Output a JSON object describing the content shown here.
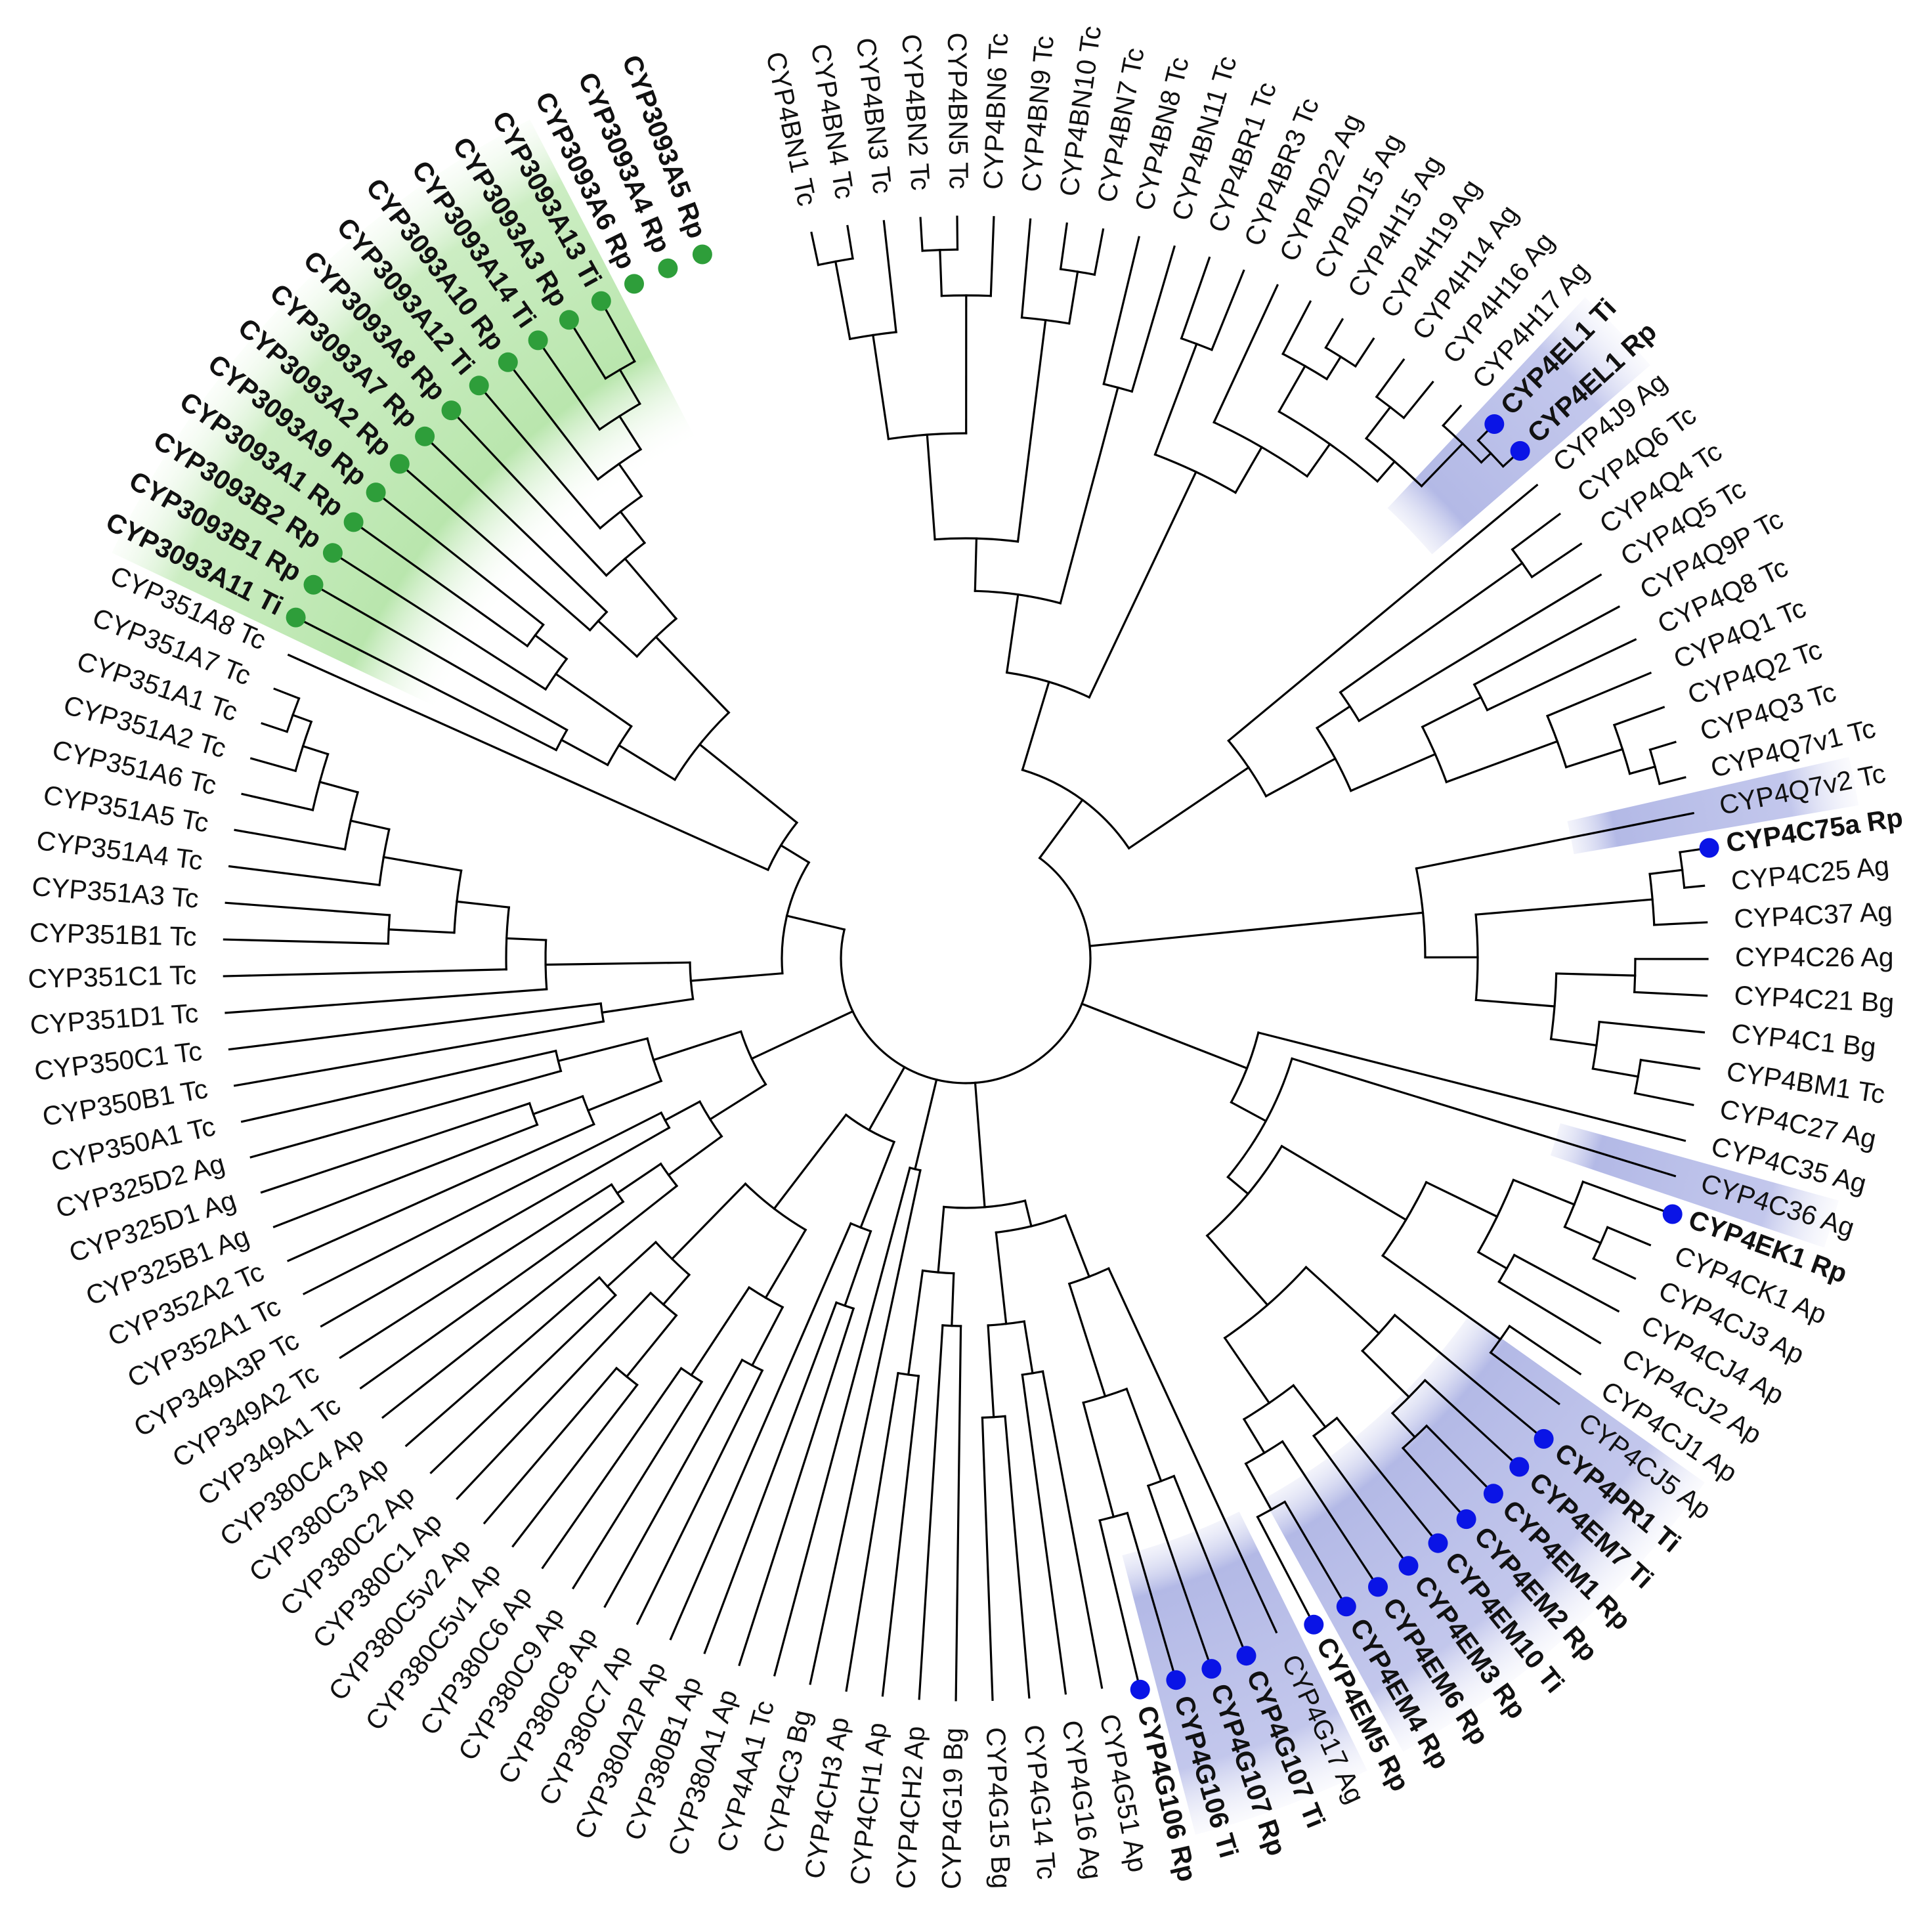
{
  "colors": {
    "branch": "#000000",
    "label": "#111111",
    "green_clade": "#2e9e3a",
    "green_band": "#b9e6ad",
    "blue_marker": "#0a14e6",
    "blue_band": "#b3b9e6"
  },
  "tree": {
    "type": "circular-phylogeny",
    "leaves": [
      {
        "label": "CYP4BN1 Tc",
        "hl": false
      },
      {
        "label": "CYP4BN4 Tc",
        "hl": false
      },
      {
        "label": "CYP4BN3 Tc",
        "hl": false
      },
      {
        "label": "CYP4BN2 Tc",
        "hl": false
      },
      {
        "label": "CYP4BN5 Tc",
        "hl": false
      },
      {
        "label": "CYP4BN6 Tc",
        "hl": false
      },
      {
        "label": "CYP4BN9 Tc",
        "hl": false
      },
      {
        "label": "CYP4BN10 Tc",
        "hl": false
      },
      {
        "label": "CYP4BN7 Tc",
        "hl": false
      },
      {
        "label": "CYP4BN8 Tc",
        "hl": false
      },
      {
        "label": "CYP4BN11 Tc",
        "hl": false
      },
      {
        "label": "CYP4BR1 Tc",
        "hl": false
      },
      {
        "label": "CYP4BR3 Tc",
        "hl": false
      },
      {
        "label": "CYP4D22 Ag",
        "hl": false
      },
      {
        "label": "CYP4D15 Ag",
        "hl": false
      },
      {
        "label": "CYP4H15 Ag",
        "hl": false
      },
      {
        "label": "CYP4H19 Ag",
        "hl": false
      },
      {
        "label": "CYP4H14 Ag",
        "hl": false
      },
      {
        "label": "CYP4H16 Ag",
        "hl": false
      },
      {
        "label": "CYP4H17 Ag",
        "hl": false
      },
      {
        "label": "CYP4EL1 Ti",
        "hl": true,
        "group": "blue"
      },
      {
        "label": "CYP4EL1 Rp",
        "hl": true,
        "group": "blue"
      },
      {
        "label": "CYP4J9 Ag",
        "hl": false
      },
      {
        "label": "CYP4Q6 Tc",
        "hl": false
      },
      {
        "label": "CYP4Q4 Tc",
        "hl": false
      },
      {
        "label": "CYP4Q5 Tc",
        "hl": false
      },
      {
        "label": "CYP4Q9P Tc",
        "hl": false
      },
      {
        "label": "CYP4Q8 Tc",
        "hl": false
      },
      {
        "label": "CYP4Q1 Tc",
        "hl": false
      },
      {
        "label": "CYP4Q2 Tc",
        "hl": false
      },
      {
        "label": "CYP4Q3 Tc",
        "hl": false
      },
      {
        "label": "CYP4Q7v1 Tc",
        "hl": false
      },
      {
        "label": "CYP4Q7v2 Tc",
        "hl": false
      },
      {
        "label": "CYP4C75a Rp",
        "hl": true,
        "group": "blue"
      },
      {
        "label": "CYP4C25 Ag",
        "hl": false
      },
      {
        "label": "CYP4C37 Ag",
        "hl": false
      },
      {
        "label": "CYP4C26 Ag",
        "hl": false
      },
      {
        "label": "CYP4C21 Bg",
        "hl": false
      },
      {
        "label": "CYP4C1 Bg",
        "hl": false
      },
      {
        "label": "CYP4BM1 Tc",
        "hl": false
      },
      {
        "label": "CYP4C27 Ag",
        "hl": false
      },
      {
        "label": "CYP4C35 Ag",
        "hl": false
      },
      {
        "label": "CYP4C36 Ag",
        "hl": false
      },
      {
        "label": "CYP4EK1 Rp",
        "hl": true,
        "group": "blue"
      },
      {
        "label": "CYP4CK1 Ap",
        "hl": false
      },
      {
        "label": "CYP4CJ3 Ap",
        "hl": false
      },
      {
        "label": "CYP4CJ4 Ap",
        "hl": false
      },
      {
        "label": "CYP4CJ2 Ap",
        "hl": false
      },
      {
        "label": "CYP4CJ1 Ap",
        "hl": false
      },
      {
        "label": "CYP4CJ5 Ap",
        "hl": false
      },
      {
        "label": "CYP4PR1 Ti",
        "hl": true,
        "group": "blue"
      },
      {
        "label": "CYP4EM7 Ti",
        "hl": true,
        "group": "blue"
      },
      {
        "label": "CYP4EM1 Rp",
        "hl": true,
        "group": "blue"
      },
      {
        "label": "CYP4EM2 Rp",
        "hl": true,
        "group": "blue"
      },
      {
        "label": "CYP4EM10 Ti",
        "hl": true,
        "group": "blue"
      },
      {
        "label": "CYP4EM3 Rp",
        "hl": true,
        "group": "blue"
      },
      {
        "label": "CYP4EM6 Rp",
        "hl": true,
        "group": "blue"
      },
      {
        "label": "CYP4EM4 Rp",
        "hl": true,
        "group": "blue"
      },
      {
        "label": "CYP4EM5 Rp",
        "hl": true,
        "group": "blue"
      },
      {
        "label": "CYP4G17 Ag",
        "hl": false
      },
      {
        "label": "CYP4G107 Ti",
        "hl": true,
        "group": "blue"
      },
      {
        "label": "CYP4G107 Rp",
        "hl": true,
        "group": "blue"
      },
      {
        "label": "CYP4G106 Ti",
        "hl": true,
        "group": "blue"
      },
      {
        "label": "CYP4G106 Rp",
        "hl": true,
        "group": "blue"
      },
      {
        "label": "CYP4G51 Ap",
        "hl": false
      },
      {
        "label": "CYP4G16 Ag",
        "hl": false
      },
      {
        "label": "CYP4G14 Tc",
        "hl": false
      },
      {
        "label": "CYP4G15 Bg",
        "hl": false
      },
      {
        "label": "CYP4G19 Bg",
        "hl": false
      },
      {
        "label": "CYP4CH2 Ap",
        "hl": false
      },
      {
        "label": "CYP4CH1 Ap",
        "hl": false
      },
      {
        "label": "CYP4CH3 Ap",
        "hl": false
      },
      {
        "label": "CYP4C3 Bg",
        "hl": false
      },
      {
        "label": "CYP4AA1 Tc",
        "hl": false
      },
      {
        "label": "CYP380A1 Ap",
        "hl": false
      },
      {
        "label": "CYP380B1 Ap",
        "hl": false
      },
      {
        "label": "CYP380A2P Ap",
        "hl": false
      },
      {
        "label": "CYP380C7 Ap",
        "hl": false
      },
      {
        "label": "CYP380C8 Ap",
        "hl": false
      },
      {
        "label": "CYP380C9 Ap",
        "hl": false
      },
      {
        "label": "CYP380C6 Ap",
        "hl": false
      },
      {
        "label": "CYP380C5v1 Ap",
        "hl": false
      },
      {
        "label": "CYP380C5v2 Ap",
        "hl": false
      },
      {
        "label": "CYP380C1 Ap",
        "hl": false
      },
      {
        "label": "CYP380C2 Ap",
        "hl": false
      },
      {
        "label": "CYP380C3 Ap",
        "hl": false
      },
      {
        "label": "CYP380C4 Ap",
        "hl": false
      },
      {
        "label": "CYP349A1 Tc",
        "hl": false
      },
      {
        "label": "CYP349A2 Tc",
        "hl": false
      },
      {
        "label": "CYP349A3P Tc",
        "hl": false
      },
      {
        "label": "CYP352A1 Tc",
        "hl": false
      },
      {
        "label": "CYP352A2 Tc",
        "hl": false
      },
      {
        "label": "CYP325B1 Ag",
        "hl": false
      },
      {
        "label": "CYP325D1 Ag",
        "hl": false
      },
      {
        "label": "CYP325D2 Ag",
        "hl": false
      },
      {
        "label": "CYP350A1 Tc",
        "hl": false
      },
      {
        "label": "CYP350B1 Tc",
        "hl": false
      },
      {
        "label": "CYP350C1 Tc",
        "hl": false
      },
      {
        "label": "CYP351D1 Tc",
        "hl": false
      },
      {
        "label": "CYP351C1 Tc",
        "hl": false
      },
      {
        "label": "CYP351B1 Tc",
        "hl": false
      },
      {
        "label": "CYP351A3 Tc",
        "hl": false
      },
      {
        "label": "CYP351A4 Tc",
        "hl": false
      },
      {
        "label": "CYP351A5 Tc",
        "hl": false
      },
      {
        "label": "CYP351A6 Tc",
        "hl": false
      },
      {
        "label": "CYP351A2 Tc",
        "hl": false
      },
      {
        "label": "CYP351A1 Tc",
        "hl": false
      },
      {
        "label": "CYP351A7 Tc",
        "hl": false
      },
      {
        "label": "CYP351A8 Tc",
        "hl": false
      },
      {
        "label": "CYP3093A11 Ti",
        "hl": true,
        "group": "green"
      },
      {
        "label": "CYP3093B1 Rp",
        "hl": true,
        "group": "green"
      },
      {
        "label": "CYP3093B2 Rp",
        "hl": true,
        "group": "green"
      },
      {
        "label": "CYP3093A1 Rp",
        "hl": true,
        "group": "green"
      },
      {
        "label": "CYP3093A9 Rp",
        "hl": true,
        "group": "green"
      },
      {
        "label": "CYP3093A2 Rp",
        "hl": true,
        "group": "green"
      },
      {
        "label": "CYP3093A7 Rp",
        "hl": true,
        "group": "green"
      },
      {
        "label": "CYP3093A8 Rp",
        "hl": true,
        "group": "green"
      },
      {
        "label": "CYP3093A12 Ti",
        "hl": true,
        "group": "green"
      },
      {
        "label": "CYP3093A10 Rp",
        "hl": true,
        "group": "green"
      },
      {
        "label": "CYP3093A14 Ti",
        "hl": true,
        "group": "green"
      },
      {
        "label": "CYP3093A3 Rp",
        "hl": true,
        "group": "green"
      },
      {
        "label": "CYP3093A13 Ti",
        "hl": true,
        "group": "green"
      },
      {
        "label": "CYP3093A6 Rp",
        "hl": true,
        "group": "green"
      },
      {
        "label": "CYP3093A4 Rp",
        "hl": true,
        "group": "green"
      },
      {
        "label": "CYP3093A5 Rp",
        "hl": true,
        "group": "green"
      }
    ]
  }
}
